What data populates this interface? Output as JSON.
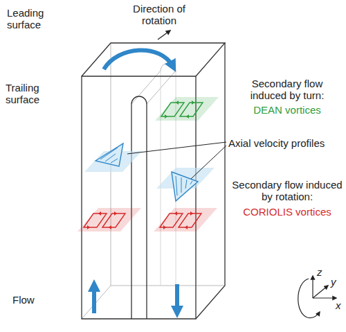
{
  "diagram": {
    "labels": [
      "Leading surface",
      "Direction of rotation",
      "Trailing surface",
      "Secondary flow induced by turn:",
      "DEAN vortices",
      "Axial velocity profiles",
      "Secondary flow induced by rotation:",
      "CORIOLIS vortices",
      "Flow",
      "z",
      "y",
      "x"
    ]
  }
}
